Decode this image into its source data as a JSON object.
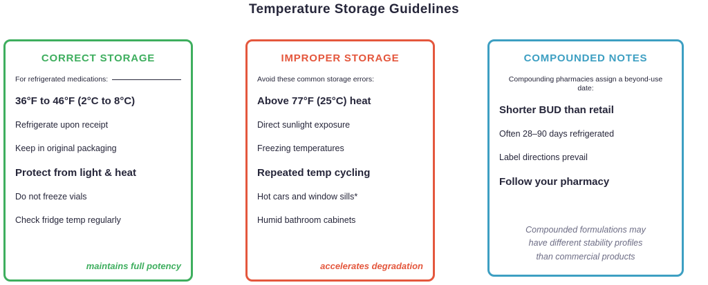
{
  "title": "Temperature Storage Guidelines",
  "colors": {
    "correct_accent": "#3eae5e",
    "improper_accent": "#e4573d",
    "compounded_accent": "#3d9fc2",
    "text": "#26263a",
    "note_text": "#6d6d85"
  },
  "boxes": [
    {
      "id": "correct-storage",
      "header": "CORRECT STORAGE",
      "intro": "For refrigerated medications:",
      "lines": [
        {
          "text": "36°F to 46°F (2°C to 8°C)",
          "style": "bold"
        },
        {
          "text": "Refrigerate upon receipt",
          "style": "regular"
        },
        {
          "text": "Keep in original packaging",
          "style": "regular"
        },
        {
          "text": "Protect from light & heat",
          "style": "bold"
        },
        {
          "text": "Do not freeze vials",
          "style": "regular"
        },
        {
          "text": "Check fridge temp regularly",
          "style": "regular"
        }
      ],
      "footer": "maintains full potency"
    },
    {
      "id": "improper-storage",
      "header": "IMPROPER STORAGE",
      "intro": "Avoid these common storage errors:",
      "lines": [
        {
          "text": "Above 77°F (25°C) heat",
          "style": "bold"
        },
        {
          "text": "Direct sunlight exposure",
          "style": "regular"
        },
        {
          "text": "Freezing temperatures",
          "style": "regular"
        },
        {
          "text": "Repeated temp cycling",
          "style": "bold"
        },
        {
          "text": "Hot cars and window sills*",
          "style": "regular"
        },
        {
          "text": "Humid bathroom cabinets",
          "style": "regular"
        }
      ],
      "footer": "accelerates degradation"
    },
    {
      "id": "compounded-notes",
      "header": "COMPOUNDED NOTES",
      "intro": "Compounding pharmacies assign a beyond-use date:",
      "lines": [
        {
          "text": "Shorter BUD than retail",
          "style": "bold"
        },
        {
          "text": "Often 28–90 days refrigerated",
          "style": "regular"
        },
        {
          "text": "Label directions prevail",
          "style": "regular"
        },
        {
          "text": "Follow your pharmacy",
          "style": "bold"
        }
      ],
      "note_lines": [
        "Compounded formulations may",
        "have different stability profiles",
        "than commercial products"
      ]
    }
  ]
}
